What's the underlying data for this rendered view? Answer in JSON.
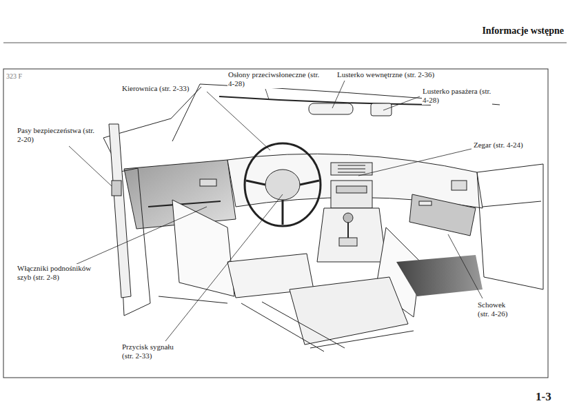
{
  "diagram": {
    "title": "Informacje wstępne",
    "labels": [
      "323 F",
      "Osłony przeciwsłoneczne (str. 4-28)",
      "Lusterko wewnętrzne (str. 2-36)",
      "Kierownica (str. 2-33)",
      "Lusterko pasażera (str. 4-28)",
      "Pasy bezpieczeństwa (str. 2-20)",
      "Zegar (str. 4-24)",
      "Włączniki podnośników szyb (str. 2-8)",
      "Schowek (str. 4-26)",
      "Przycisk sygnału (str. 2-33)",
      "1-3"
    ]
  }
}
